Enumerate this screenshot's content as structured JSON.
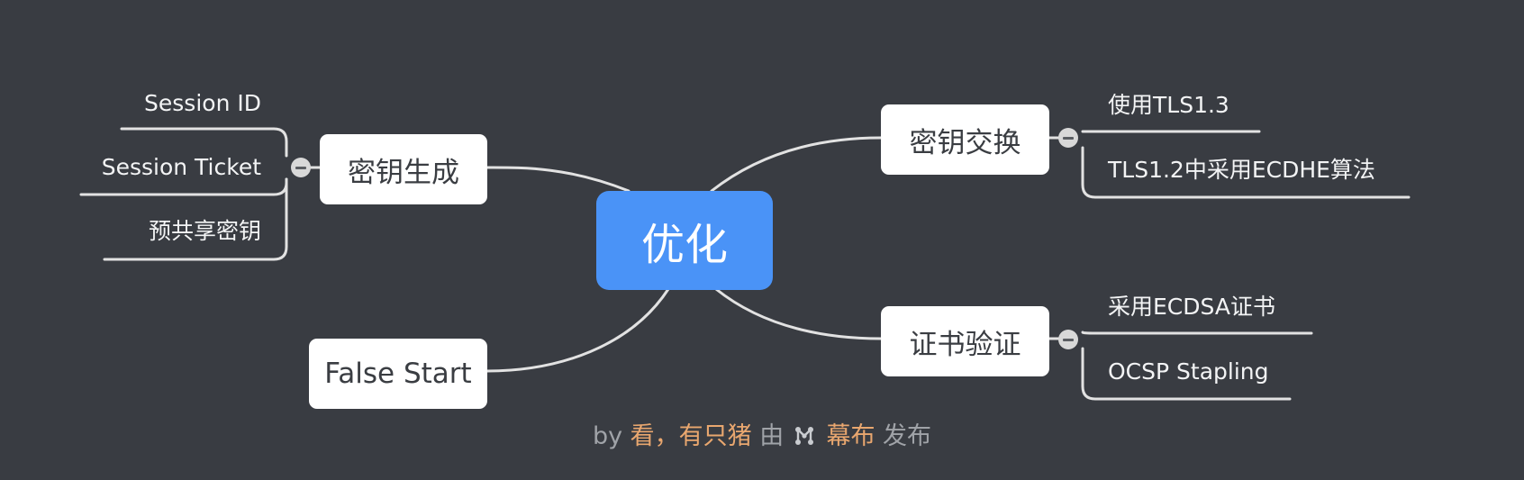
{
  "root": {
    "label": "优化"
  },
  "branches": {
    "key_generation": {
      "label": "密钥生成",
      "children": [
        "Session ID",
        "Session Ticket",
        "预共享密钥"
      ]
    },
    "false_start": {
      "label": "False Start"
    },
    "key_exchange": {
      "label": "密钥交换",
      "children": [
        "使用TLS1.3",
        "TLS1.2中采用ECDHE算法"
      ]
    },
    "cert_verification": {
      "label": "证书验证",
      "children": [
        "采用ECDSA证书",
        "OCSP Stapling"
      ]
    }
  },
  "footer": {
    "by": "by",
    "author": "看，有只猪",
    "via": "由",
    "brand": "幕布",
    "action": "发布",
    "brand_icon": "mubu-logo-icon"
  },
  "colors": {
    "background": "#393c42",
    "root_fill": "#4a93f7",
    "node_fill": "#ffffff",
    "line": "#e6e6e6",
    "footer_text": "#a0a3a8",
    "footer_accent": "#e9a76f"
  }
}
